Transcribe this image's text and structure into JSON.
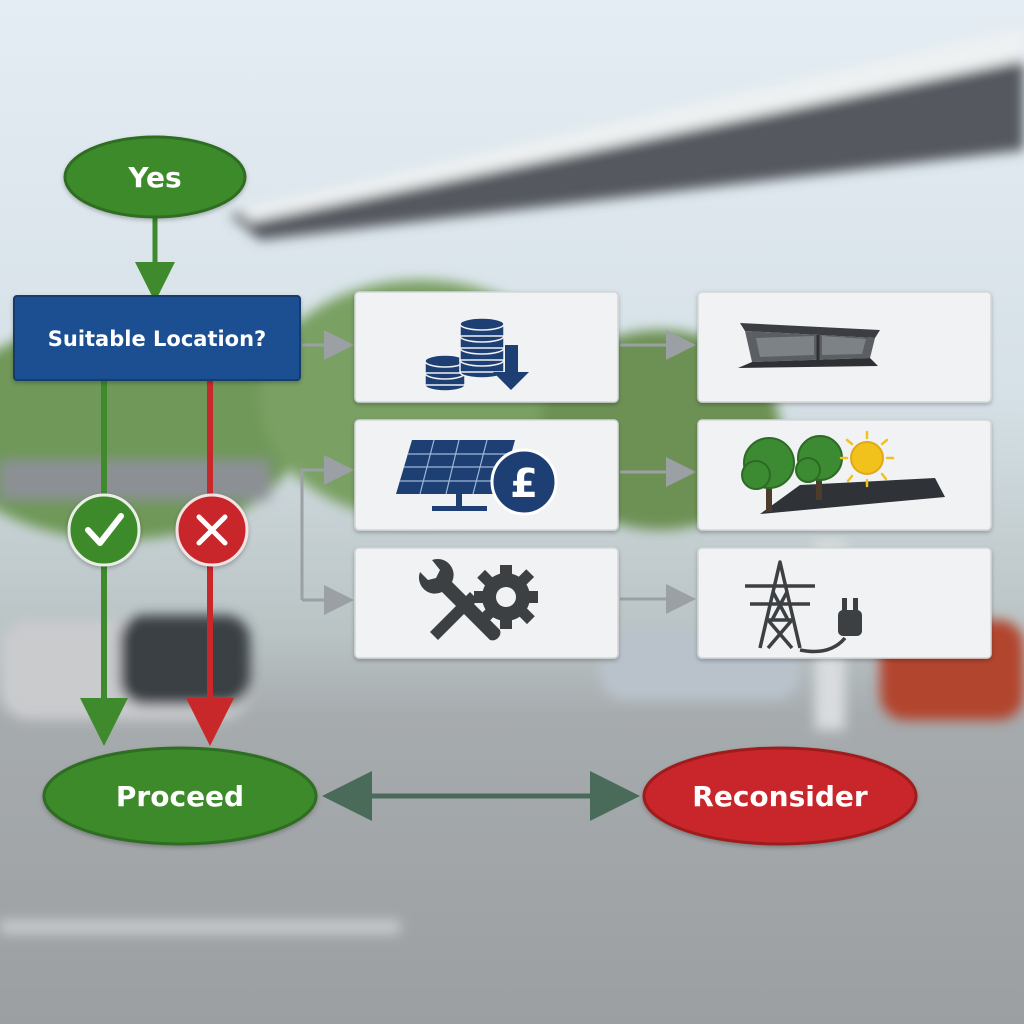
{
  "flowchart": {
    "start": {
      "label": "Yes"
    },
    "decision": {
      "label": "Suitable Location?"
    },
    "outcomes": {
      "proceed": {
        "label": "Proceed"
      },
      "reconsider": {
        "label": "Reconsider"
      }
    },
    "marks": {
      "yes": "check-icon",
      "no": "cross-icon"
    },
    "factors": [
      {
        "icon": "coins-cost-reduction-icon"
      },
      {
        "icon": "steel-beam-icon"
      },
      {
        "icon": "solar-panel-pound-icon"
      },
      {
        "icon": "trees-sun-shade-icon"
      },
      {
        "icon": "wrench-gear-maintenance-icon"
      },
      {
        "icon": "pylon-plug-grid-icon"
      }
    ]
  },
  "colors": {
    "green": "#3e8a2c",
    "red": "#c8282a",
    "blue": "#1f4f91",
    "navy": "#1e3f74",
    "card": "#f1f2f3"
  }
}
